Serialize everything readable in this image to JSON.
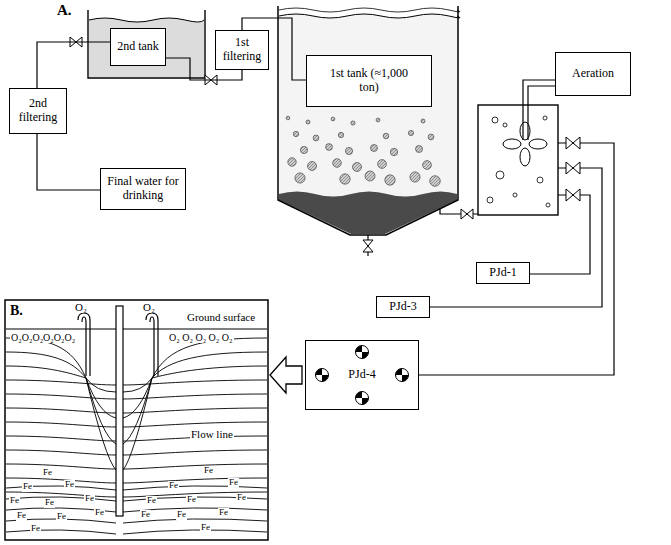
{
  "diagram": {
    "nodes": [
      {
        "text": [
          "2nd tank"
        ]
      },
      {
        "text": [
          "1st filtering"
        ]
      },
      {
        "text": [
          "1st tank (≈1,000 ton)"
        ]
      },
      {
        "text": [
          "Aeration"
        ]
      },
      {
        "text": [
          "2nd filtering"
        ]
      },
      {
        "text": [
          "Final water for drinking"
        ]
      },
      {
        "text": [
          "PJd-1"
        ]
      },
      {
        "text": [
          "PJd-3"
        ]
      },
      {
        "text": [
          "PJd-4"
        ]
      }
    ],
    "edges": [
      {
        "from": 4,
        "to": 0,
        "arrow": "none"
      },
      {
        "from": 0,
        "to": 1,
        "arrow": "none"
      },
      {
        "from": 1,
        "to": 2,
        "arrow": "none"
      },
      {
        "from": 4,
        "to": 5,
        "arrow": "none"
      }
    ],
    "labels": [
      "A.",
      "B.",
      "O₂",
      "O₂",
      "Ground surface",
      "O₂O₂O₂O₂O₂O₂",
      "O₂ O₂ O₂ O₂ O₂",
      "Flow line",
      "Fe",
      "Fe",
      "Fe",
      "Fe",
      "Fe",
      "Fe",
      "Fe",
      "Fe",
      "Fe",
      "Fe",
      "Fe",
      "Fe",
      "Fe",
      "Fe",
      "Fe",
      "Fe",
      "Fe",
      "Fe",
      "Fe",
      "Fe"
    ]
  }
}
